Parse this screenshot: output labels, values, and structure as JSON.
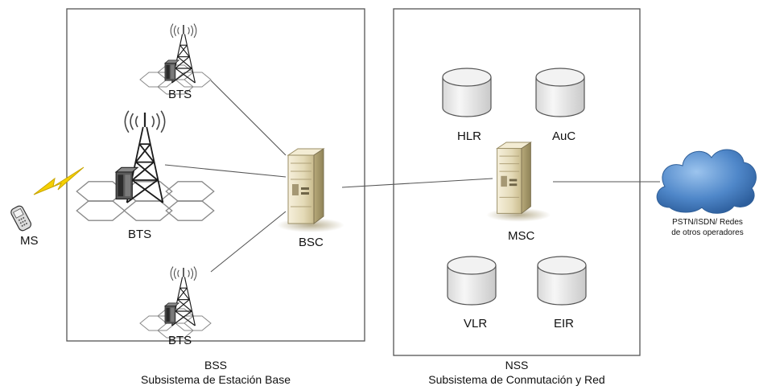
{
  "colors": {
    "box_border": "#555555",
    "link_line": "#555555",
    "server_body": "#ebe3c6",
    "server_shadow": "#b8ab80",
    "db_fill": "#e6e6e6",
    "cloud_fill": "#4f87c9",
    "lightning": "#f5d000"
  },
  "bss": {
    "title": "BSS",
    "subtitle": "Subsistema de Estación Base"
  },
  "nss": {
    "title": "NSS",
    "subtitle": "Subsistema de Conmutación y Red"
  },
  "nodes": {
    "bts_top": "BTS",
    "bts_middle": "BTS",
    "bts_bottom": "BTS",
    "bsc": "BSC",
    "msc": "MSC",
    "hlr": "HLR",
    "auc": "AuC",
    "vlr": "VLR",
    "eir": "EIR",
    "ms": "MS"
  },
  "cloud": {
    "line1": "PSTN/ISDN/ Redes",
    "line2": "de otros operadores"
  },
  "icons": [
    "cell-tower-icon",
    "server-rack-icon",
    "database-icon",
    "cloud-icon",
    "mobile-phone-icon",
    "lightning-icon"
  ]
}
